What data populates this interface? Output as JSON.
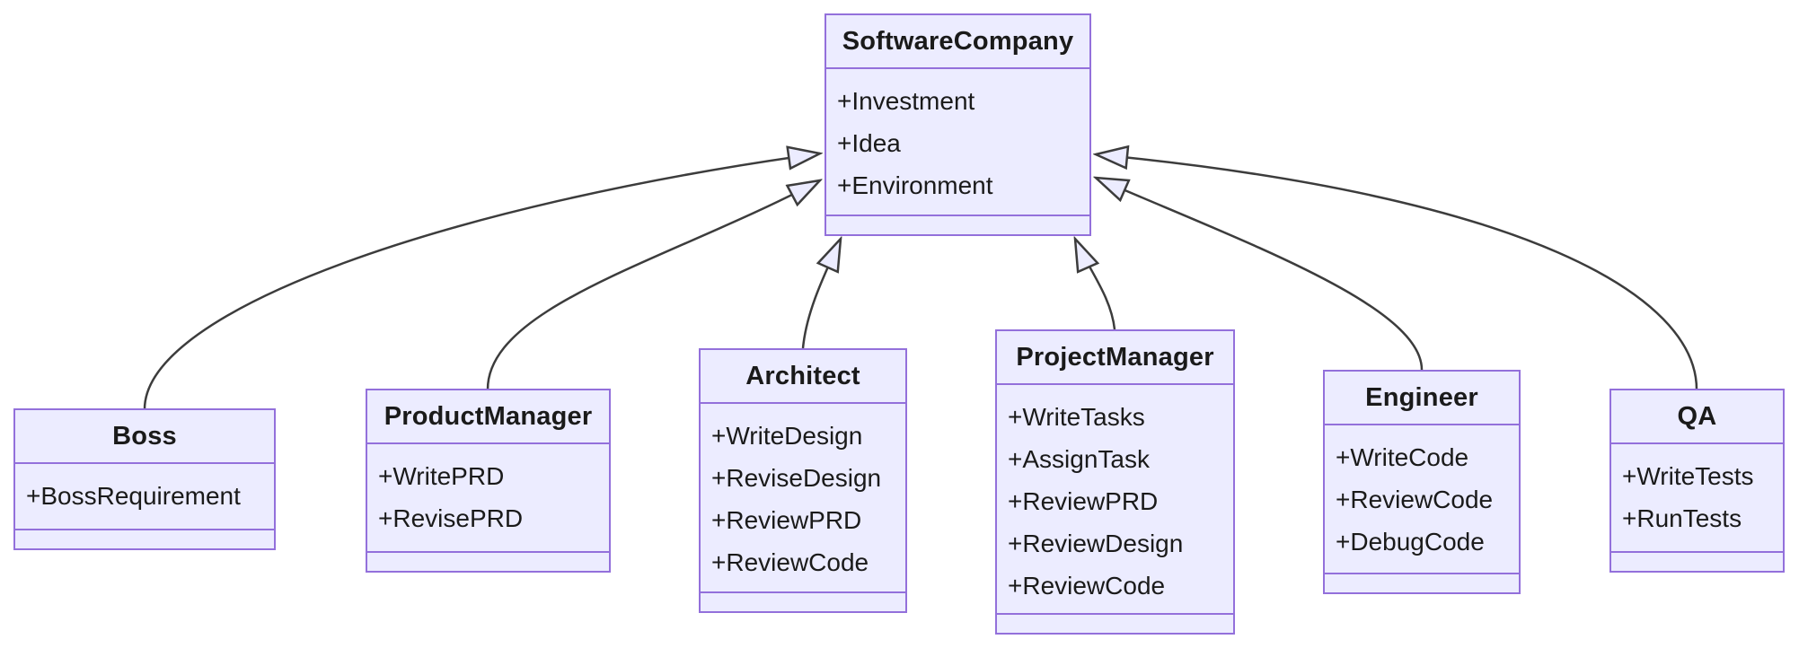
{
  "diagram_type": "uml-class-diagram",
  "colors": {
    "class_fill": "#ECECFF",
    "class_border": "#9370DB",
    "edge_line": "#3c3c3c",
    "text": "#1a1a1a",
    "background": "#ffffff"
  },
  "classes": {
    "software_company": {
      "name": "SoftwareCompany",
      "members": [
        "+Investment",
        "+Idea",
        "+Environment"
      ]
    },
    "boss": {
      "name": "Boss",
      "members": [
        "+BossRequirement"
      ]
    },
    "product_manager": {
      "name": "ProductManager",
      "members": [
        "+WritePRD",
        "+RevisePRD"
      ]
    },
    "architect": {
      "name": "Architect",
      "members": [
        "+WriteDesign",
        "+ReviseDesign",
        "+ReviewPRD",
        "+ReviewCode"
      ]
    },
    "project_manager": {
      "name": "ProjectManager",
      "members": [
        "+WriteTasks",
        "+AssignTask",
        "+ReviewPRD",
        "+ReviewDesign",
        "+ReviewCode"
      ]
    },
    "engineer": {
      "name": "Engineer",
      "members": [
        "+WriteCode",
        "+ReviewCode",
        "+DebugCode"
      ]
    },
    "qa": {
      "name": "QA",
      "members": [
        "+WriteTests",
        "+RunTests"
      ]
    }
  },
  "relations": [
    {
      "from": "Boss",
      "to": "SoftwareCompany",
      "type": "inheritance"
    },
    {
      "from": "ProductManager",
      "to": "SoftwareCompany",
      "type": "inheritance"
    },
    {
      "from": "Architect",
      "to": "SoftwareCompany",
      "type": "inheritance"
    },
    {
      "from": "ProjectManager",
      "to": "SoftwareCompany",
      "type": "inheritance"
    },
    {
      "from": "Engineer",
      "to": "SoftwareCompany",
      "type": "inheritance"
    },
    {
      "from": "QA",
      "to": "SoftwareCompany",
      "type": "inheritance"
    }
  ]
}
